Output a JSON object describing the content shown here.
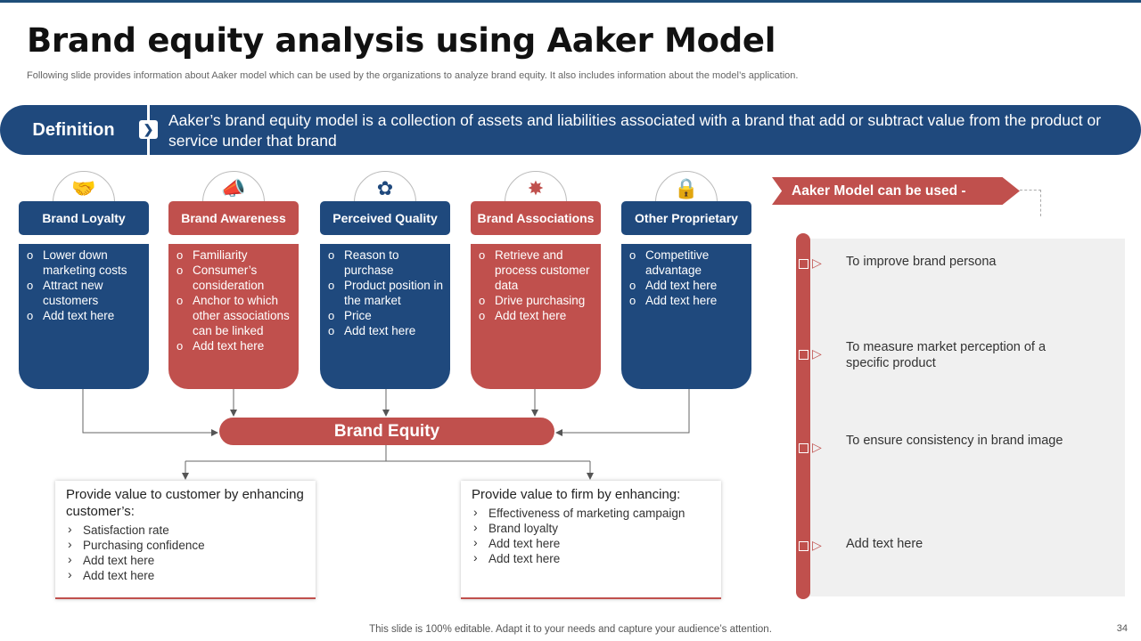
{
  "title": "Brand equity analysis using Aaker Model",
  "subtitle": "Following slide provides information about Aaker model which can be used by the organizations to analyze  brand equity. It also includes information about the model’s application.",
  "definition": {
    "label": "Definition",
    "text": "Aaker’s brand equity model is a collection of assets and liabilities associated with a brand that add or subtract value from the product or service under that brand"
  },
  "columns": [
    {
      "icon": "handshake-icon",
      "title": "Brand Loyalty",
      "items": [
        "Lower down marketing costs",
        "Attract new customers",
        "Add text here"
      ]
    },
    {
      "icon": "megaphone-icon",
      "title": "Brand Awareness",
      "items": [
        "Familiarity",
        "Consumer’s consideration",
        "Anchor to which other associations can be linked",
        "Add text here"
      ]
    },
    {
      "icon": "quality-badge-icon",
      "title": "Perceived Quality",
      "items": [
        "Reason to purchase",
        "Product position in the market",
        "Price",
        "Add text here"
      ]
    },
    {
      "icon": "network-icon",
      "title": "Brand Associations",
      "items": [
        "Retrieve and process customer data",
        "Drive purchasing",
        "Add text here"
      ]
    },
    {
      "icon": "lock-icon",
      "title": "Other Proprietary",
      "items": [
        "Competitive advantage",
        "Add text here",
        "Add text here"
      ]
    }
  ],
  "brand_equity": "Brand Equity",
  "value_boxes": [
    {
      "heading": "Provide value to customer by enhancing customer’s:",
      "items": [
        "Satisfaction rate",
        "Purchasing confidence",
        "Add text here",
        "Add text here"
      ]
    },
    {
      "heading": "Provide value to firm by enhancing:",
      "items": [
        "Effectiveness of marketing campaign",
        "Brand loyalty",
        "Add text here",
        "Add text here"
      ]
    }
  ],
  "uses": {
    "label": "Aaker Model can be used -",
    "items": [
      "To improve brand persona",
      "To measure market perception of a specific product",
      "To ensure consistency in brand image",
      "Add text here"
    ]
  },
  "footer": "This slide is 100% editable. Adapt it to your needs and capture your audience’s attention.",
  "page_number": "34",
  "colors": {
    "navy": "#1f497d",
    "red": "#c0504d"
  }
}
